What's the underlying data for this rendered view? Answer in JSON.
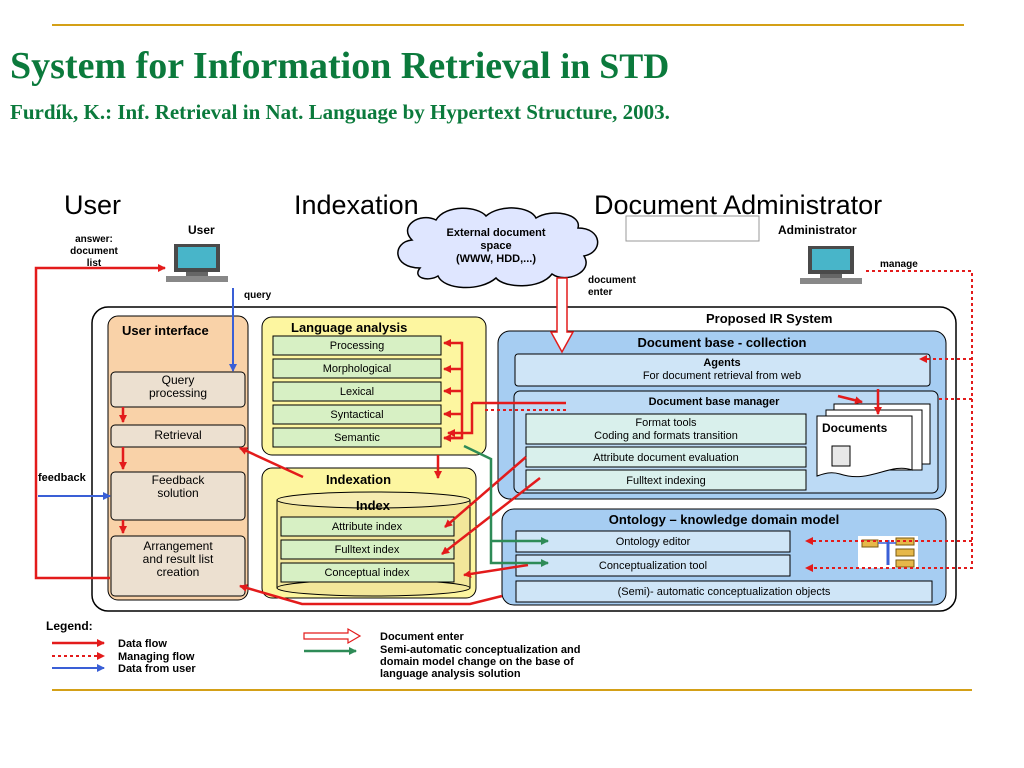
{
  "title": {
    "main": "System for Information Retrieval",
    "suffix": "in STD"
  },
  "subtitle": "Furdík, K.: Inf. Retrieval in Nat. Language by Hypertext Structure, 2003.",
  "column_headings": {
    "user": "User",
    "indexation": "Indexation",
    "doc_admin": "Document Administrator"
  },
  "diagram": {
    "cloud": [
      "External document",
      "space",
      "(WWW, HDD,...)"
    ],
    "user_label": "User",
    "admin_label": "Administrator",
    "answer": [
      "answer:",
      "document",
      "list"
    ],
    "query": "query",
    "manage": "manage",
    "document_enter": [
      "document",
      "enter"
    ],
    "feedback": "feedback",
    "system_title": "Proposed IR System",
    "user_interface": {
      "title": "User interface",
      "items": [
        [
          "Query",
          "processing"
        ],
        [
          "Retrieval"
        ],
        [
          "Feedback",
          "solution"
        ],
        [
          "Arrangement",
          "and result list",
          "creation"
        ]
      ]
    },
    "language_analysis": {
      "title": "Language analysis",
      "items": [
        "Processing",
        "Morphological",
        "Lexical",
        "Syntactical",
        "Semantic"
      ]
    },
    "indexation": {
      "title": "Indexation",
      "index_title": "Index",
      "items": [
        "Attribute index",
        "Fulltext index",
        "Conceptual index"
      ]
    },
    "document_base": {
      "title": "Document base - collection",
      "agents": [
        "Agents",
        "For document retrieval from web"
      ],
      "manager_title": "Document base manager",
      "format_tools": [
        "Format tools",
        "Coding and formats transition"
      ],
      "attr_eval": "Attribute document evaluation",
      "fulltext": "Fulltext indexing",
      "documents": "Documents"
    },
    "ontology": {
      "title": "Ontology – knowledge domain model",
      "items": [
        "Ontology editor",
        "Conceptualization tool",
        "(Semi)- automatic conceptualization objects"
      ]
    },
    "legend": {
      "title": "Legend:",
      "left": [
        "Data flow",
        "Managing flow",
        "Data from user"
      ],
      "doc_enter": "Document enter",
      "semi": [
        "Semi-automatic conceptualization and",
        "domain model change on the base of",
        "language analysis solution"
      ]
    },
    "colors": {
      "data_flow": "#e31b1b",
      "user_flow": "#3a5fd6",
      "semi_flow": "#2e8b57",
      "ui_fill": "#f9d2a8",
      "la_fill": "#fdf6a0",
      "db_fill": "#a6cdf2",
      "box_fill": "#d9f0ec"
    }
  }
}
